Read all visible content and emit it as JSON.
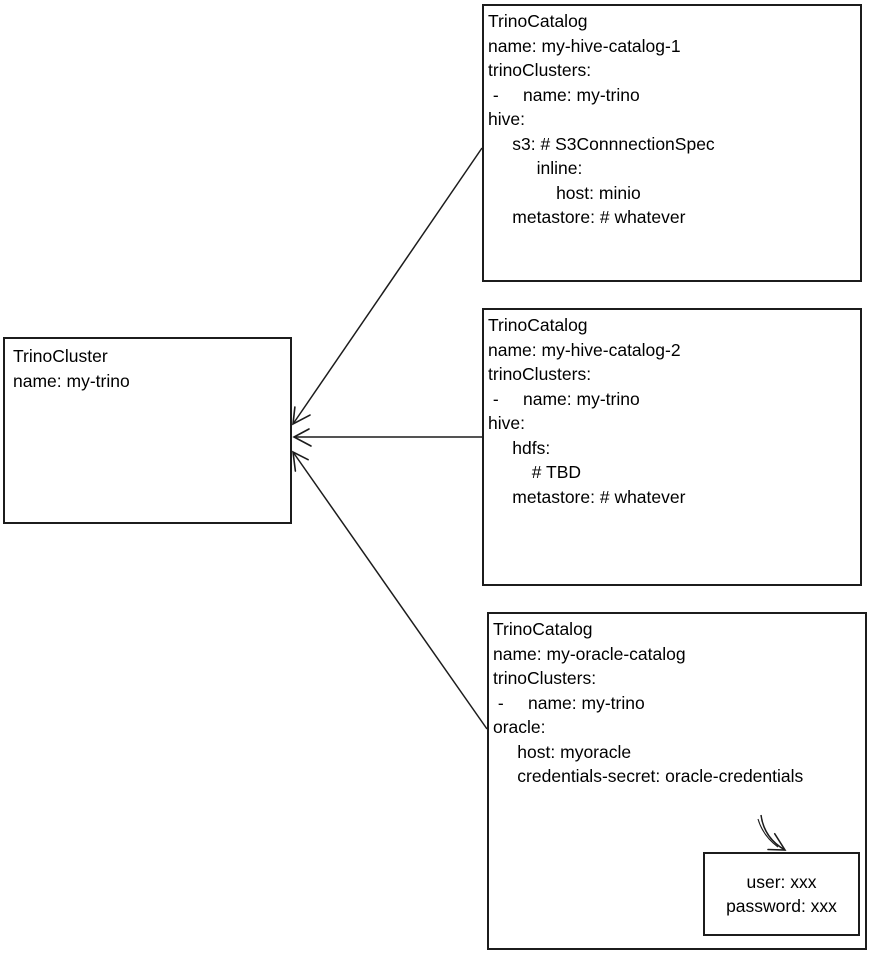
{
  "diagram": {
    "background": "#ffffff",
    "stroke_color": "#1c1c1c",
    "text_color": "#000000",
    "cluster_box": {
      "kind": "TrinoCluster",
      "lines": [
        "TrinoCluster",
        "name: my-trino"
      ]
    },
    "catalog_boxes": [
      {
        "kind": "TrinoCatalog",
        "name": "my-hive-catalog-1",
        "lines": [
          "TrinoCatalog",
          "name: my-hive-catalog-1",
          "trinoClusters:",
          " -     name: my-trino",
          "hive:",
          "     s3: # S3ConnnectionSpec",
          "          inline:",
          "              host: minio",
          "     metastore: # whatever"
        ]
      },
      {
        "kind": "TrinoCatalog",
        "name": "my-hive-catalog-2",
        "lines": [
          "TrinoCatalog",
          "name: my-hive-catalog-2",
          "trinoClusters:",
          " -     name: my-trino",
          "hive:",
          "     hdfs:",
          "         # TBD",
          "     metastore: # whatever"
        ]
      },
      {
        "kind": "TrinoCatalog",
        "name": "my-oracle-catalog",
        "lines": [
          "TrinoCatalog",
          "name: my-oracle-catalog",
          "trinoClusters:",
          " -     name: my-trino",
          "oracle:",
          "     host: myoracle",
          "     credentials-secret: oracle-credentials"
        ]
      }
    ],
    "secret_box": {
      "lines": [
        "user: xxx",
        "password: xxx"
      ]
    },
    "connections": [
      {
        "from": "my-hive-catalog-1",
        "to": "my-trino",
        "arrow": "into TrinoCluster right edge"
      },
      {
        "from": "my-hive-catalog-2",
        "to": "my-trino",
        "arrow": "into TrinoCluster right edge"
      },
      {
        "from": "my-oracle-catalog",
        "to": "my-trino",
        "arrow": "into TrinoCluster right edge"
      },
      {
        "from": "credentials-secret: oracle-credentials",
        "to": "secret contents box",
        "arrow": "curved arrow into user/password box"
      }
    ]
  }
}
